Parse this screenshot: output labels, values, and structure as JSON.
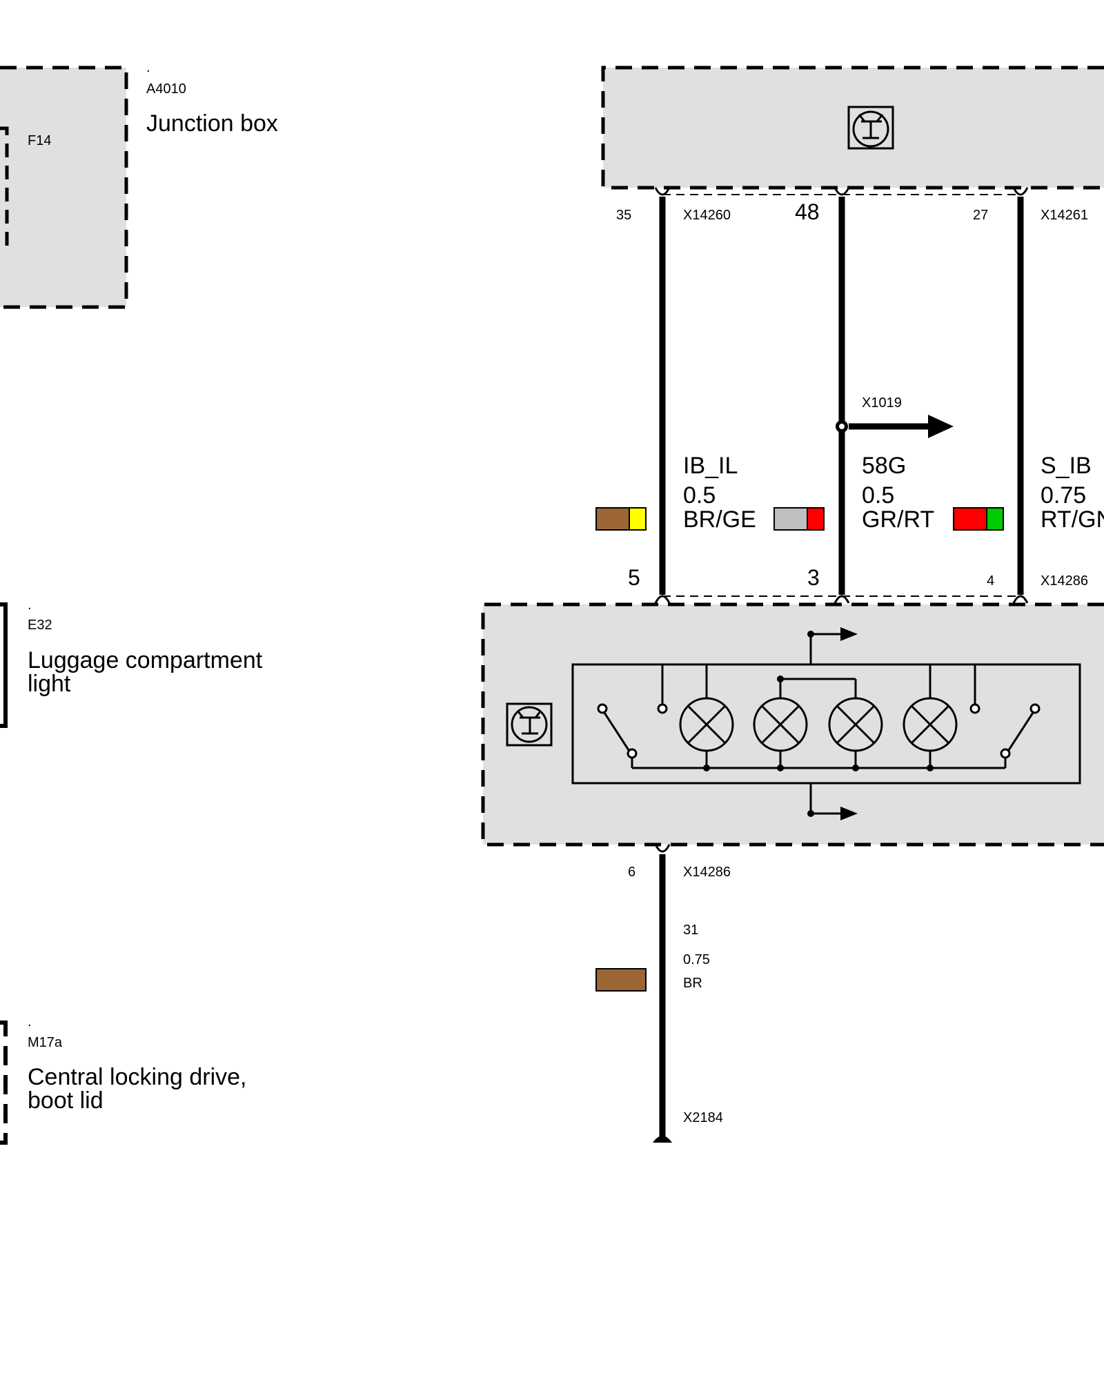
{
  "components": {
    "junction_box": {
      "dot": ".",
      "id": "A4010",
      "name": "Junction box",
      "fuse": "F14"
    },
    "luggage_light": {
      "dot": ".",
      "id": "E32",
      "name_line1": "Luggage compartment",
      "name_line2": "light"
    },
    "locking_drive": {
      "dot": ".",
      "id": "M17a",
      "name_line1": "Central locking drive,",
      "name_line2": "boot lid"
    }
  },
  "connectors": {
    "top_left": "X14260",
    "top_right": "X14261",
    "bottom_right": "X14286",
    "bottom_lower": "X14286",
    "ground": "X2184",
    "splice": "X1019"
  },
  "wires": [
    {
      "top_pin": "35",
      "bottom_pin": "5",
      "signal": "IB_IL",
      "size": "0.5",
      "color": "BR/GE",
      "swatch": [
        "#9b6633",
        "#ffff00"
      ]
    },
    {
      "top_pin": "48",
      "bottom_pin": "3",
      "signal": "58G",
      "size": "0.5",
      "color": "GR/RT",
      "swatch": [
        "#bfbfbf",
        "#ff0000"
      ]
    },
    {
      "top_pin": "27",
      "bottom_pin": "4",
      "signal": "S_IB",
      "size": "0.75",
      "color": "RT/GN",
      "swatch": [
        "#ff0000",
        "#00cc00"
      ]
    }
  ],
  "ground_wire": {
    "pin": "6",
    "signal": "31",
    "size": "0.75",
    "color": "BR",
    "swatch": "#9b6633"
  },
  "colors": {
    "module_fill": "#e0e0e0",
    "line": "#000000"
  },
  "icons": [
    "transistor-symbol-icon",
    "lamp-icon",
    "switch-icon",
    "arrow-right-icon"
  ]
}
